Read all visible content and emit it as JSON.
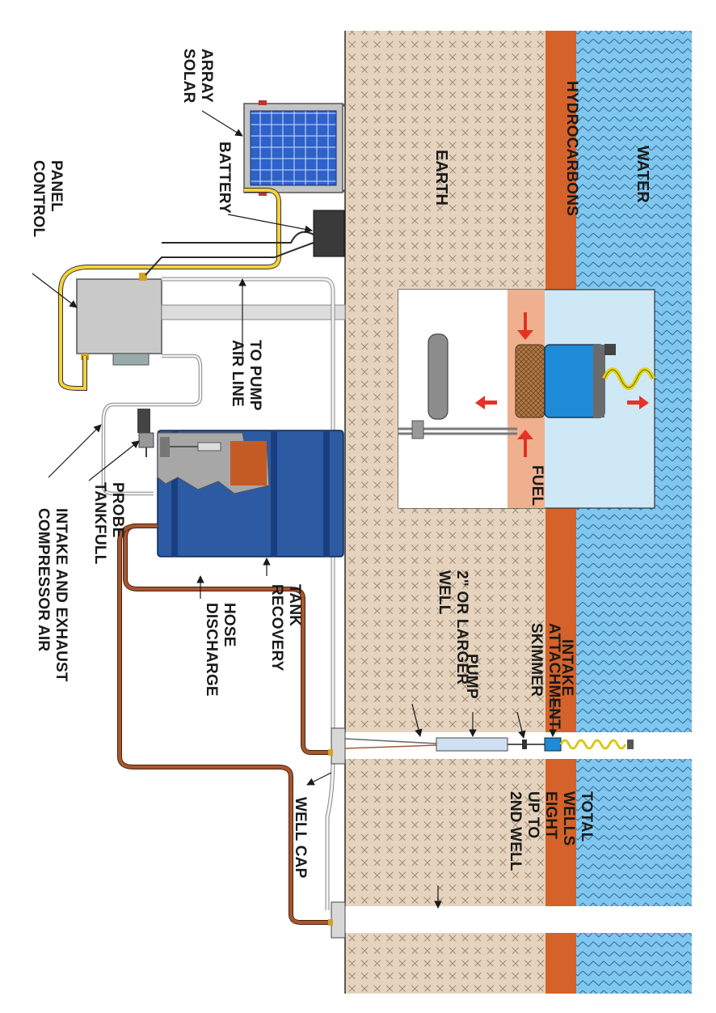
{
  "labels": {
    "solar_array": [
      "SOLAR",
      "ARRAY"
    ],
    "battery": "BATTERY",
    "control_panel": [
      "CONTROL",
      "PANEL"
    ],
    "compressor_air": [
      "COMPRESSOR AIR",
      "INTAKE AND EXHAUST"
    ],
    "tankfull_probe": [
      "TANKFULL",
      "PROBE"
    ],
    "air_line": [
      "AIR LINE",
      "TO PUMP"
    ],
    "discharge_hose": [
      "DISCHARGE",
      "HOSE"
    ],
    "recovery_tank": [
      "RECOVERY",
      "TANK"
    ],
    "well": [
      "WELL",
      "2\" OR LARGER"
    ],
    "pump": "PUMP",
    "skimmer_attachment": [
      "SKIMMER",
      "ATTACHMENT"
    ],
    "intake": "INTAKE",
    "well_cap": "WELL CAP",
    "second_well": [
      "2ND WELL",
      "UP TO",
      "EIGHT",
      "WELLS",
      "TOTAL"
    ],
    "earth": "EARTH",
    "hydrocarbons": "HYDROCARBONS",
    "water": "WATER",
    "fuel": "FUEL"
  },
  "colors": {
    "earth": "#e5d3bd",
    "hydrocarbons": "#d4622a",
    "water": "#7fc7ef",
    "tank_blue": "#2c5ba4",
    "hose_brown": "#9a4a24",
    "cable_yellow": "#f4d23a",
    "panel_gray": "#c9c9c9",
    "solar_blue": "#2f62c9",
    "arrow_red": "#e43224"
  }
}
